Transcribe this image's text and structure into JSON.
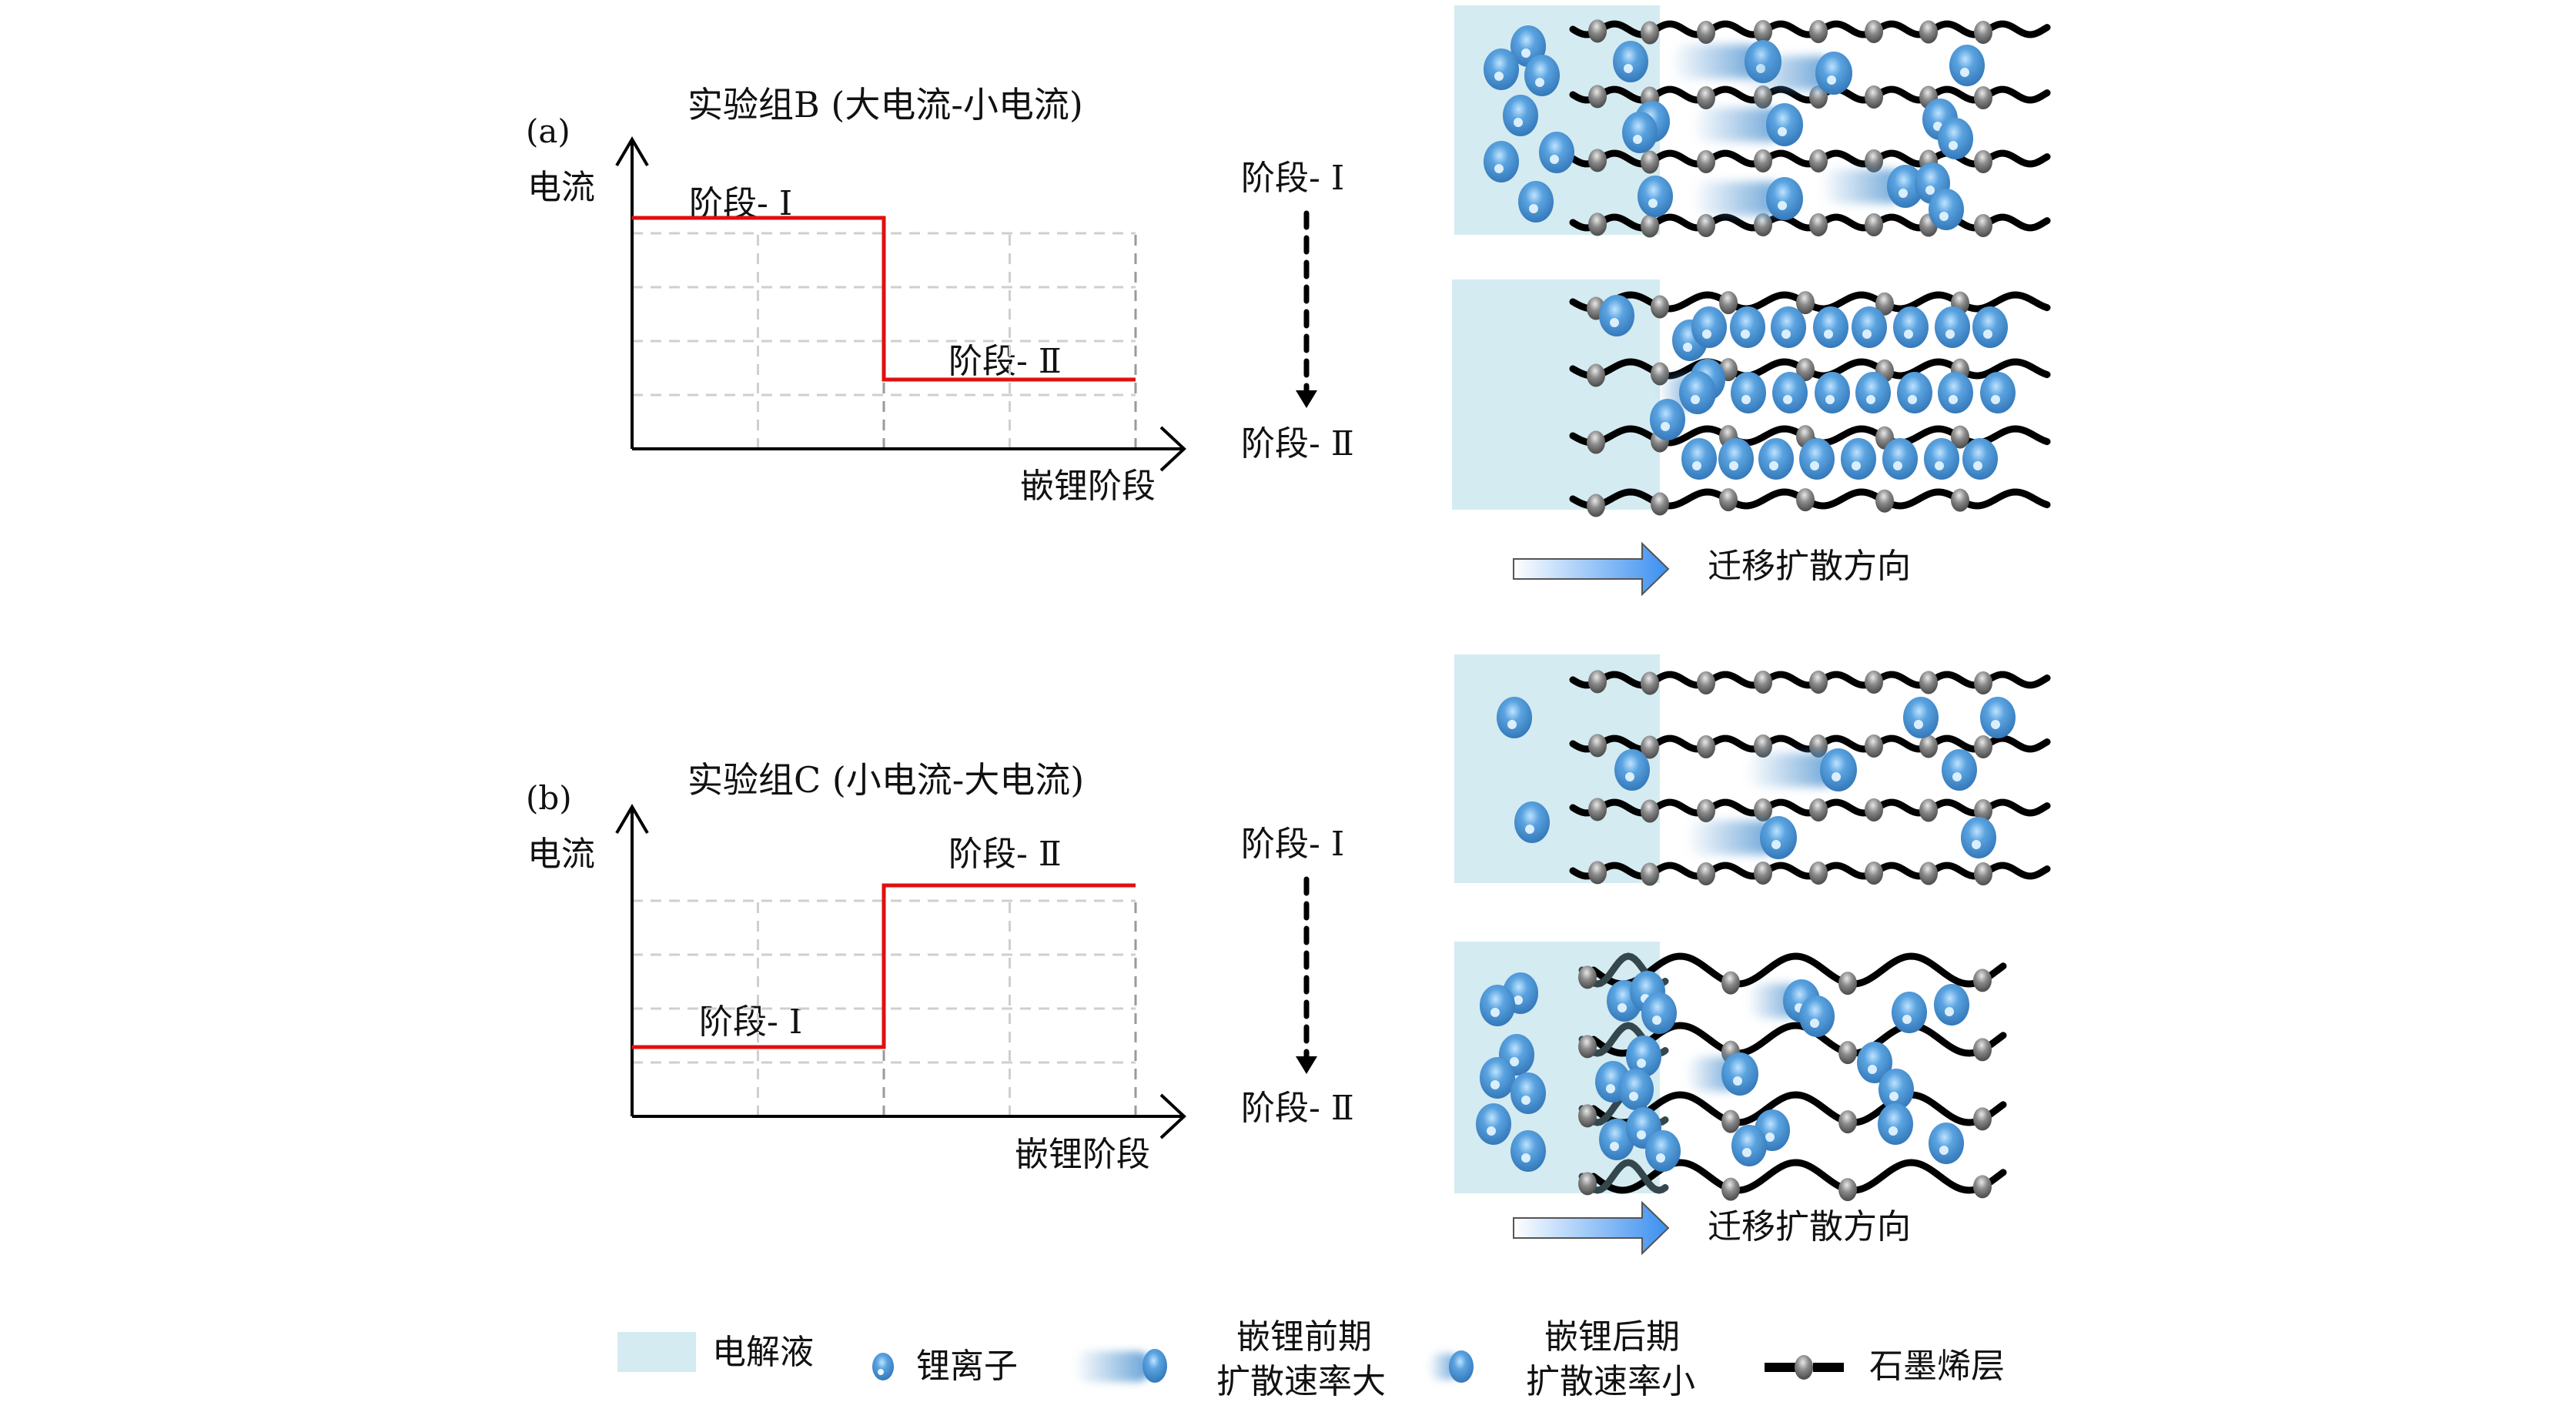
{
  "panels": [
    {
      "tag": "(a)",
      "title": "实验组B (大电流-小电流)",
      "y_axis_label": "电流",
      "x_axis_label": "嵌锂阶段",
      "stage1_label": "阶段- Ⅰ",
      "stage2_label": "阶段- Ⅱ"
    },
    {
      "tag": "(b)",
      "title": "实验组C (小电流-大电流)",
      "y_axis_label": "电流",
      "x_axis_label": "嵌锂阶段",
      "stage1_label": "阶段- Ⅰ",
      "stage2_label": "阶段- Ⅱ"
    }
  ],
  "flow": [
    {
      "from": "阶段- Ⅰ",
      "to": "阶段- Ⅱ"
    },
    {
      "from": "阶段- Ⅰ",
      "to": "阶段- Ⅱ"
    }
  ],
  "direction_label": "迁移扩散方向",
  "legend": {
    "electrolyte": "电解液",
    "li_ion": "锂离子",
    "early_line1": "嵌锂前期",
    "early_line2": "扩散速率大",
    "late_line1": "嵌锂后期",
    "late_line2": "扩散速率小",
    "graphene": "石墨烯层"
  },
  "colors": {
    "step_line": "#e01010",
    "electrolyte": "#d4ebf1",
    "ion": "#4a90cf",
    "graphene": "#000000",
    "node": "#888888",
    "grid": "#c8c8c8"
  },
  "chart_data": [
    {
      "type": "line",
      "title": "实验组B (大电流-小电流)",
      "xlabel": "嵌锂阶段",
      "ylabel": "电流",
      "categories": [
        "阶段- Ⅰ",
        "阶段- Ⅱ"
      ],
      "series": [
        {
          "name": "电流",
          "values": [
            4.2,
            1.2
          ]
        }
      ],
      "ylim": [
        0,
        5
      ],
      "grid": true
    },
    {
      "type": "line",
      "title": "实验组C (小电流-大电流)",
      "xlabel": "嵌锂阶段",
      "ylabel": "电流",
      "categories": [
        "阶段- Ⅰ",
        "阶段- Ⅱ"
      ],
      "series": [
        {
          "name": "电流",
          "values": [
            1.2,
            4.2
          ]
        }
      ],
      "ylim": [
        0,
        5
      ],
      "grid": true
    }
  ]
}
